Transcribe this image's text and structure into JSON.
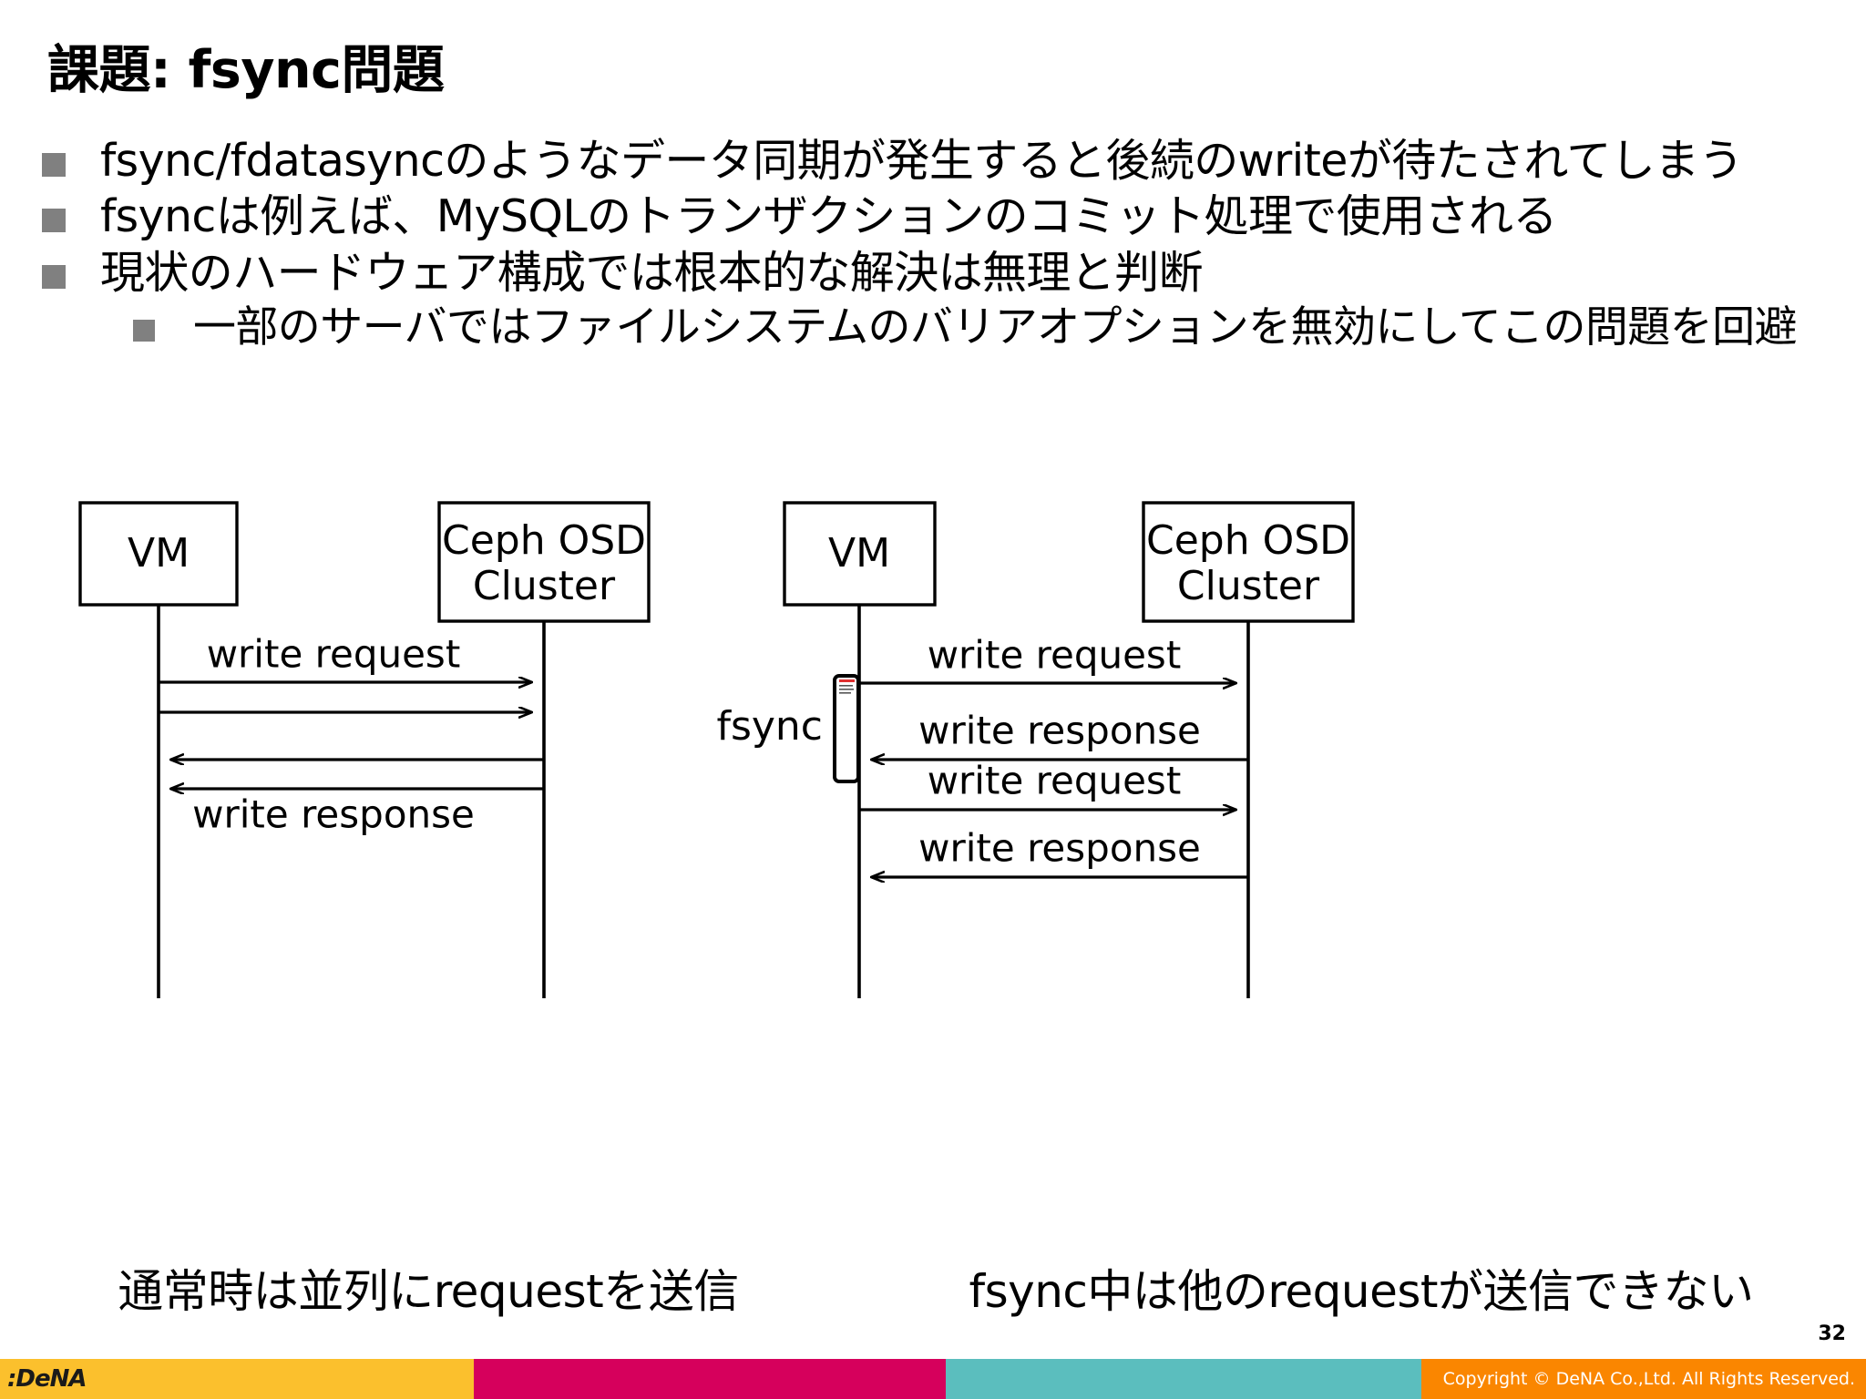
{
  "slide": {
    "title": "課題: fsync問題",
    "page_number": "32"
  },
  "bullets": [
    {
      "level": 1,
      "text": "fsync/fdatasyncのようなデータ同期が発生すると後続のwriteが待たされてしまう"
    },
    {
      "level": 1,
      "text": "fsyncは例えば、MySQLのトランザクションのコミット処理で使用される"
    },
    {
      "level": 1,
      "text": "現状のハードウェア構成では根本的な解決は無理と判断"
    },
    {
      "level": 2,
      "text": "一部のサーバではファイルシステムのバリアオプションを無効にしてこの問題を回避"
    }
  ],
  "diagram_left": {
    "actor_a": "VM",
    "actor_b": "Ceph OSD\nCluster",
    "actor_b_line1": "Ceph OSD",
    "actor_b_line2": "Cluster",
    "messages": [
      {
        "label": "write request",
        "direction": "right"
      },
      {
        "label": "",
        "direction": "right"
      },
      {
        "label": "",
        "direction": "left"
      },
      {
        "label": "write response",
        "direction": "left"
      }
    ],
    "caption": "通常時は並列にrequestを送信"
  },
  "diagram_right": {
    "actor_a": "VM",
    "actor_b_line1": "Ceph OSD",
    "actor_b_line2": "Cluster",
    "activation_label": "fsync",
    "messages": [
      {
        "label": "write request",
        "direction": "right"
      },
      {
        "label": "write response",
        "direction": "left"
      },
      {
        "label": "write request",
        "direction": "right"
      },
      {
        "label": "write response",
        "direction": "left"
      }
    ],
    "caption": "fsync中は他のrequestが送信できない"
  },
  "footer": {
    "logo": ":DeNA",
    "copyright": "Copyright © DeNA Co.,Ltd. All Rights Reserved.",
    "colors": {
      "yellow": "#FBC02D",
      "crimson": "#D6005C",
      "teal": "#5BBEBE",
      "orange": "#FA8600"
    }
  }
}
